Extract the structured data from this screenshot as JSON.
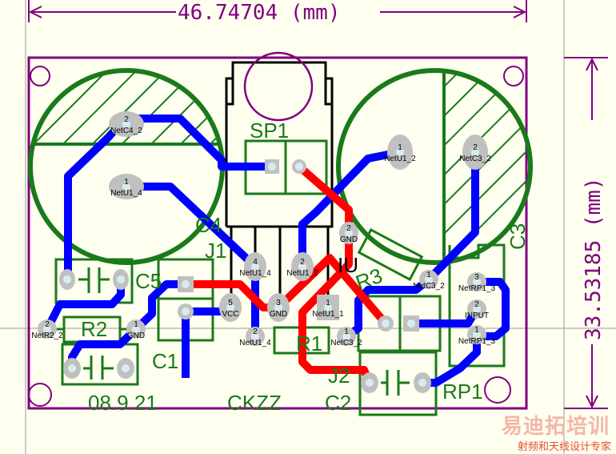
{
  "dimensions": {
    "width_label": "46.74704 (mm)",
    "height_label": "33.53185 (mm)"
  },
  "designators": {
    "SP1": "SP1",
    "C4": "C4",
    "J1": "J1",
    "C5": "C5",
    "R2": "R2",
    "C1": "C1",
    "U1": "IU",
    "R3": "R3",
    "C3": "C3",
    "R1": "R1",
    "J2": "J2",
    "C2": "C2",
    "RP1": "RP1"
  },
  "silk_text": {
    "date": "08.9.21",
    "name": "CKZZ"
  },
  "pads": [
    {
      "num": "2",
      "net": "NetC4_2"
    },
    {
      "num": "1",
      "net": "NetU1_4"
    },
    {
      "num": "1",
      "net": "NetU1_2"
    },
    {
      "num": "2",
      "net": "NetC3_2"
    },
    {
      "num": "4",
      "net": "NetU1_4"
    },
    {
      "num": "2",
      "net": "NetU1_2"
    },
    {
      "num": "5",
      "net": "VCC"
    },
    {
      "num": "3",
      "net": "GND"
    },
    {
      "num": "1",
      "net": "NetU1_1"
    },
    {
      "num": "2",
      "net": "NetU1_4"
    },
    {
      "num": "2",
      "net": "GND"
    },
    {
      "num": "1",
      "net": "NetC3_2"
    },
    {
      "num": "1",
      "net": "NetC3_2"
    },
    {
      "num": "2",
      "net": "NetR2_2"
    },
    {
      "num": "1",
      "net": "GND"
    },
    {
      "num": "3",
      "net": "NetRP1_3"
    },
    {
      "num": "2",
      "net": "INPUT"
    },
    {
      "num": "1",
      "net": "NetRP1_3"
    }
  ],
  "watermark": {
    "brand": "易迪拓培训",
    "tagline": "射频和天线设计专家"
  },
  "colors": {
    "board_outline": "#800080",
    "silk": "#1a7a1a",
    "top_trace": "#ff0000",
    "bottom_trace": "#0000ff",
    "pad": "#c0c0c0",
    "background": "#fffff0"
  }
}
